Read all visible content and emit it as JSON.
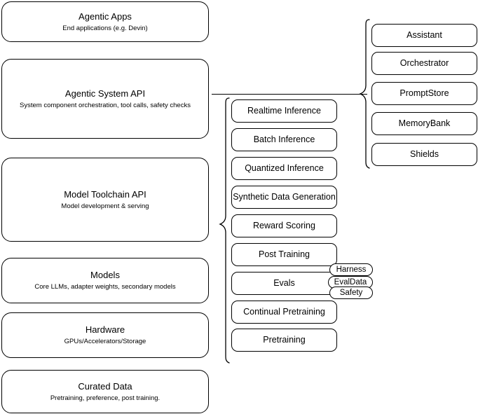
{
  "diagram": {
    "title": "Agentic AI Stack Architecture",
    "background_color": "#ffffff",
    "stroke_color": "#000000"
  },
  "stack_layers": [
    {
      "name": "agentic-apps",
      "title": "Agentic Apps",
      "subtitle": "End applications (e.g. Devin)"
    },
    {
      "name": "agentic-system-api",
      "title": "Agentic System API",
      "subtitle": "System component orchestration, tool calls, safety checks"
    },
    {
      "name": "model-toolchain-api",
      "title": "Model Toolchain API",
      "subtitle": "Model development & serving"
    },
    {
      "name": "models",
      "title": "Models",
      "subtitle": "Core LLMs, adapter weights, secondary models"
    },
    {
      "name": "hardware",
      "title": "Hardware",
      "subtitle": "GPUs/Accelerators/Storage"
    },
    {
      "name": "curated-data",
      "title": "Curated Data",
      "subtitle": "Pretraining, preference, post training."
    }
  ],
  "toolchain_capabilities": [
    {
      "name": "realtime-inference",
      "label": "Realtime Inference"
    },
    {
      "name": "batch-inference",
      "label": "Batch Inference"
    },
    {
      "name": "quantized-inference",
      "label": "Quantized Inference"
    },
    {
      "name": "synthetic-data-generation",
      "label": "Synthetic Data Generation"
    },
    {
      "name": "reward-scoring",
      "label": "Reward Scoring"
    },
    {
      "name": "post-training",
      "label": "Post Training"
    },
    {
      "name": "evals",
      "label": "Evals"
    },
    {
      "name": "continual-pretraining",
      "label": "Continual Pretraining"
    },
    {
      "name": "pretraining",
      "label": "Pretraining"
    }
  ],
  "evals_subcomponents": [
    {
      "name": "harness",
      "label": "Harness"
    },
    {
      "name": "evaldata",
      "label": "EvalData"
    },
    {
      "name": "safety",
      "label": "Safety"
    }
  ],
  "system_components": [
    {
      "name": "assistant",
      "label": "Assistant"
    },
    {
      "name": "orchestrator",
      "label": "Orchestrator"
    },
    {
      "name": "promptstore",
      "label": "PromptStore"
    },
    {
      "name": "memorybank",
      "label": "MemoryBank"
    },
    {
      "name": "shields",
      "label": "Shields"
    }
  ]
}
